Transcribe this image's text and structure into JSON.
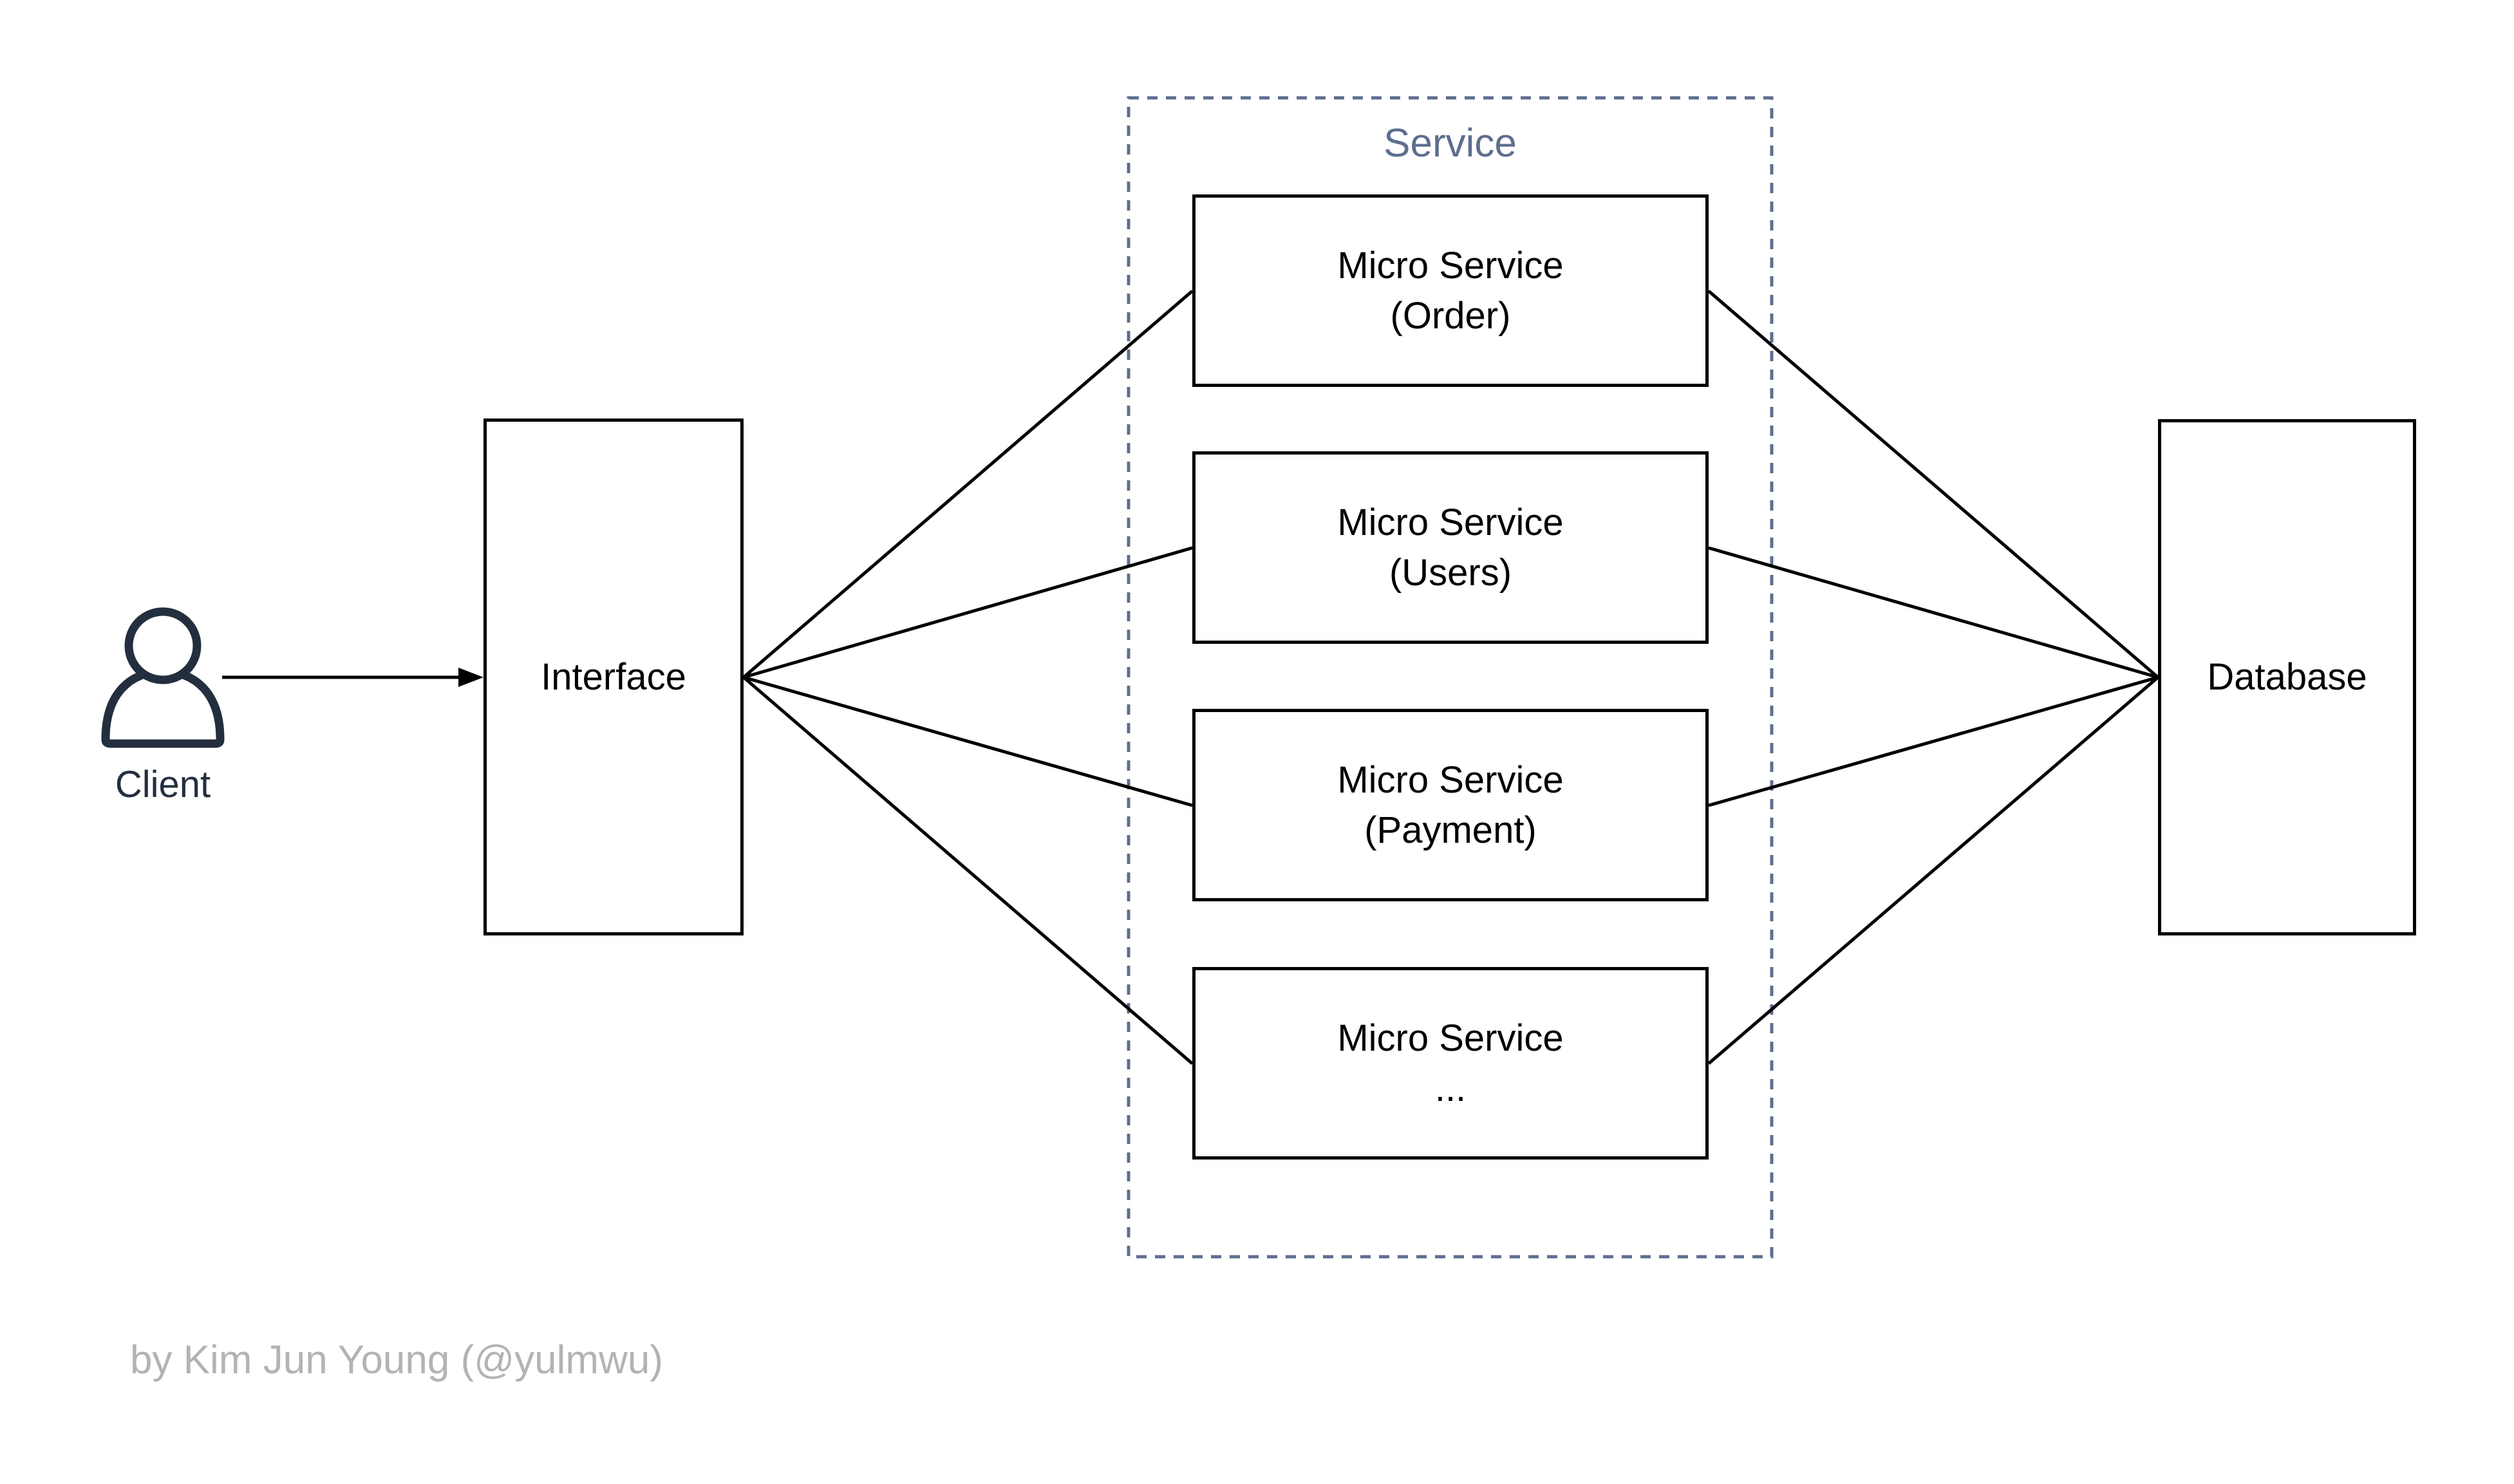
{
  "client": {
    "label": "Client"
  },
  "interface": {
    "label": "Interface"
  },
  "service": {
    "title": "Service",
    "boxes": [
      {
        "line1": "Micro Service",
        "line2": "(Order)"
      },
      {
        "line1": "Micro Service",
        "line2": "(Users)"
      },
      {
        "line1": "Micro Service",
        "line2": "(Payment)"
      },
      {
        "line1": "Micro Service",
        "line2": "..."
      }
    ]
  },
  "database": {
    "label": "Database"
  },
  "footer": {
    "attribution": "by Kim Jun Young (@yulmwu)"
  },
  "colors": {
    "connector": "#000000",
    "box_border": "#000000",
    "client_icon": "#232F3E",
    "service_accent": "#5D6E8E",
    "attribution_text": "#B3B3B3",
    "background": "#FFFFFF"
  }
}
